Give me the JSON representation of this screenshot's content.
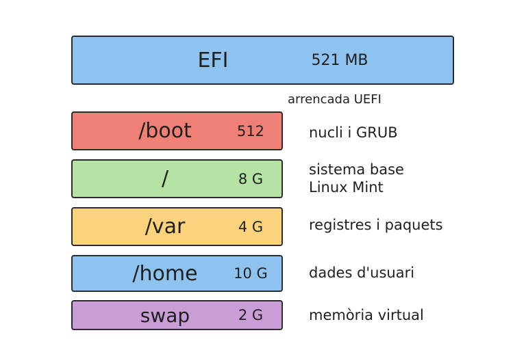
{
  "efi": {
    "name": "EFI",
    "size": "521 MB",
    "note": "arrencada UEFI",
    "color": "#8ec3f0"
  },
  "partitions": [
    {
      "name": "/boot",
      "size": "512",
      "desc_lines": [
        "nucli i GRUB"
      ],
      "color": "#f07f76"
    },
    {
      "name": "/",
      "size": "8 G",
      "desc_lines": [
        "sistema base",
        "Linux Mint"
      ],
      "color": "#b5e3a3"
    },
    {
      "name": "/var",
      "size": "4 G",
      "desc_lines": [
        "registres i paquets"
      ],
      "color": "#fcd37d"
    },
    {
      "name": "/home",
      "size": "10 G",
      "desc_lines": [
        "dades d'usuari"
      ],
      "color": "#8ec3f0"
    },
    {
      "name": "swap",
      "size": "2 G",
      "desc_lines": [
        "memòria virtual"
      ],
      "color": "#c99ed6"
    }
  ]
}
